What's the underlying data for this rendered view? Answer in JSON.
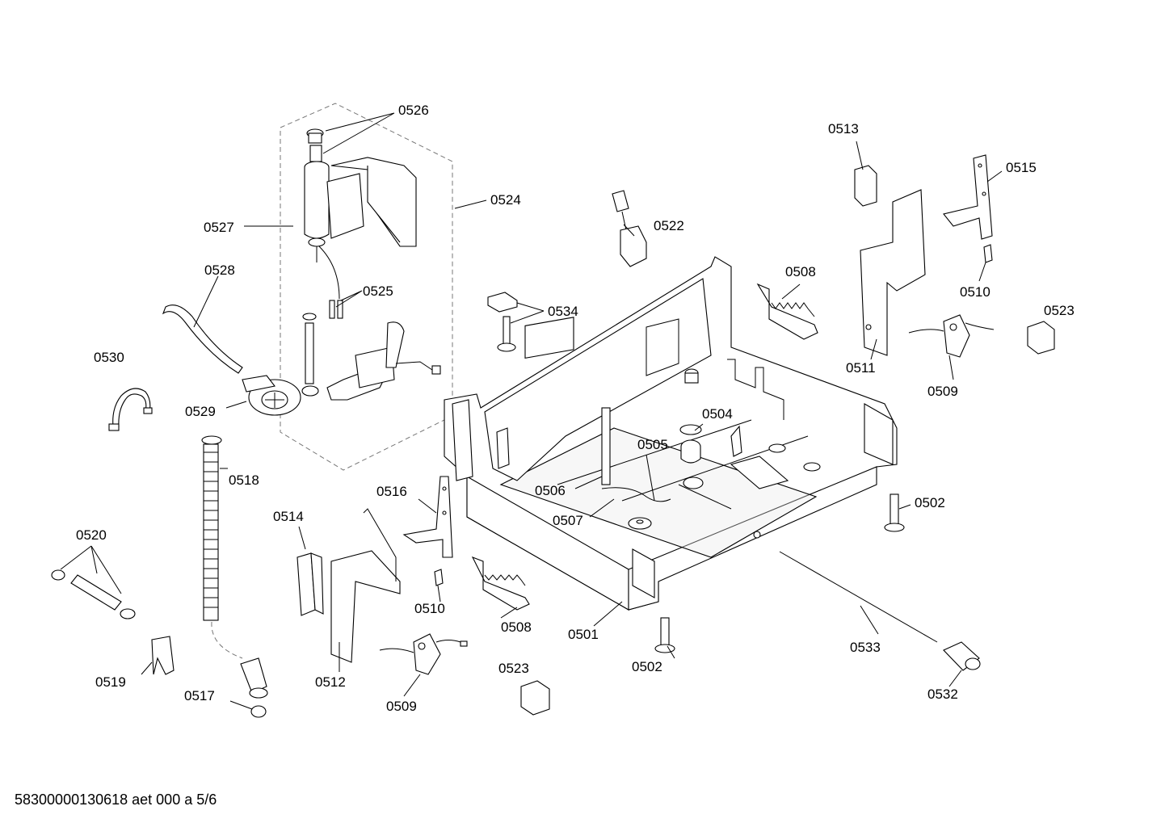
{
  "footer_text": "58300000130618 aet 000 a 5/6",
  "labels": {
    "p0501": "0501",
    "p0502a": "0502",
    "p0502b": "0502",
    "p0504": "0504",
    "p0505": "0505",
    "p0506": "0506",
    "p0507": "0507",
    "p0508a": "0508",
    "p0508b": "0508",
    "p0509a": "0509",
    "p0509b": "0509",
    "p0510a": "0510",
    "p0510b": "0510",
    "p0511": "0511",
    "p0512": "0512",
    "p0513": "0513",
    "p0514": "0514",
    "p0515": "0515",
    "p0516": "0516",
    "p0517": "0517",
    "p0518": "0518",
    "p0519": "0519",
    "p0520": "0520",
    "p0522": "0522",
    "p0523a": "0523",
    "p0523b": "0523",
    "p0524": "0524",
    "p0525": "0525",
    "p0526": "0526",
    "p0527": "0527",
    "p0528": "0528",
    "p0529": "0529",
    "p0530": "0530",
    "p0532": "0532",
    "p0533": "0533",
    "p0534": "0534"
  }
}
